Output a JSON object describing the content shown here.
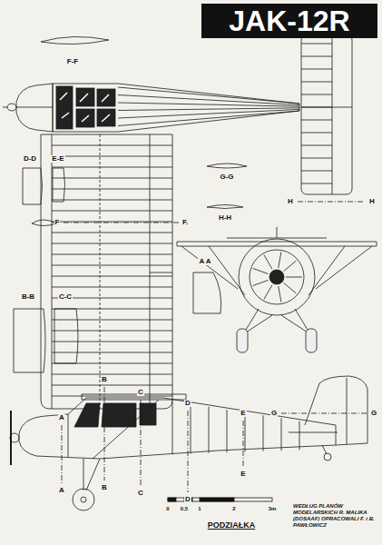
{
  "diagram": {
    "title": "JAK-12R",
    "labels": [
      "F-F",
      "D-D",
      "E-E",
      "G-G",
      "H-H",
      "H",
      "H",
      "F",
      "F.",
      "B-B",
      "C-C",
      "A A",
      "B",
      "B",
      "C",
      "C",
      "D",
      "D",
      "E",
      "E",
      "G",
      "G",
      "A",
      "A",
      "0",
      "0,5",
      "1",
      "2",
      "3m",
      "PODZIAŁKA",
      "WEDŁUG PLANÓW MODELARSKICH R. MALIKA (DOSAAF) OPRACOWALI F. i B. PAWŁOWICZ"
    ]
  }
}
